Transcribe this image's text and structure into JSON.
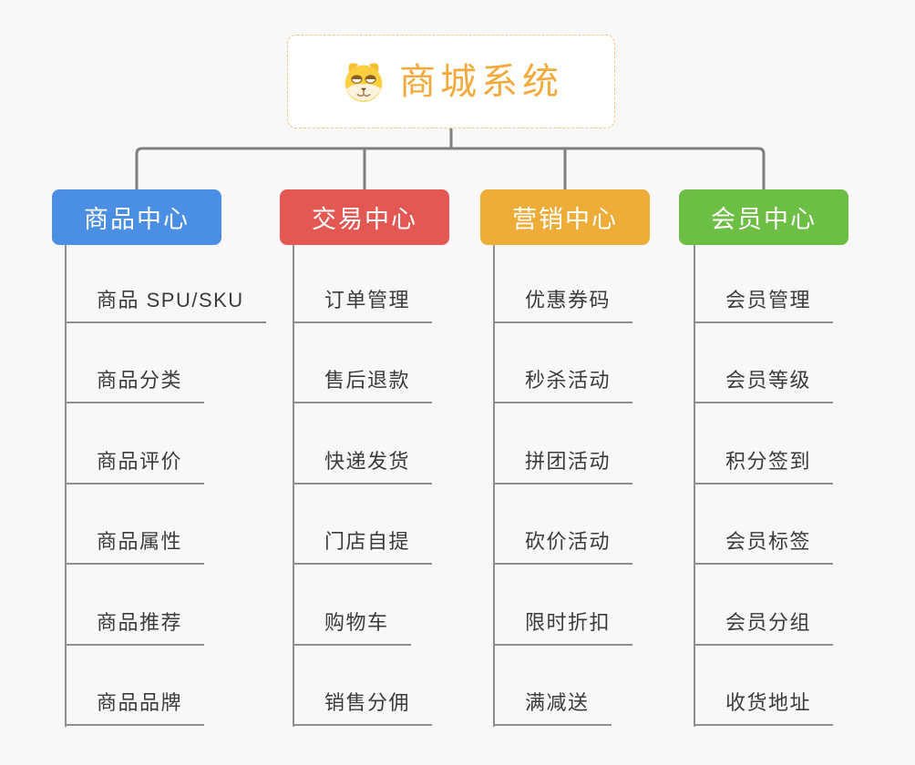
{
  "canvas_bg": "#F8F8F8",
  "leaf_text_color": "#3B3B3B",
  "lines": {
    "connector_color": "#7F7F7F",
    "leaf_line_color": "#8F8F8F"
  },
  "root": {
    "title": "商城系统",
    "icon": "dog-face",
    "text_color": "#F2AA3D",
    "border_color": "#F5C87D",
    "bg": "#FFFFFF"
  },
  "branches": [
    {
      "id": "product-center",
      "label": "商品中心",
      "color": "#4A8FE4",
      "items": [
        "商品 SPU/SKU",
        "商品分类",
        "商品评价",
        "商品属性",
        "商品推荐",
        "商品品牌"
      ]
    },
    {
      "id": "trade-center",
      "label": "交易中心",
      "color": "#E45854",
      "items": [
        "订单管理",
        "售后退款",
        "快递发货",
        "门店自提",
        "购物车",
        "销售分佣"
      ]
    },
    {
      "id": "marketing-center",
      "label": "营销中心",
      "color": "#EEAC38",
      "items": [
        "优惠券码",
        "秒杀活动",
        "拼团活动",
        "砍价活动",
        "限时折扣",
        "满减送"
      ]
    },
    {
      "id": "member-center",
      "label": "会员中心",
      "color": "#6CBE44",
      "items": [
        "会员管理",
        "会员等级",
        "积分签到",
        "会员标签",
        "会员分组",
        "收货地址"
      ]
    }
  ]
}
